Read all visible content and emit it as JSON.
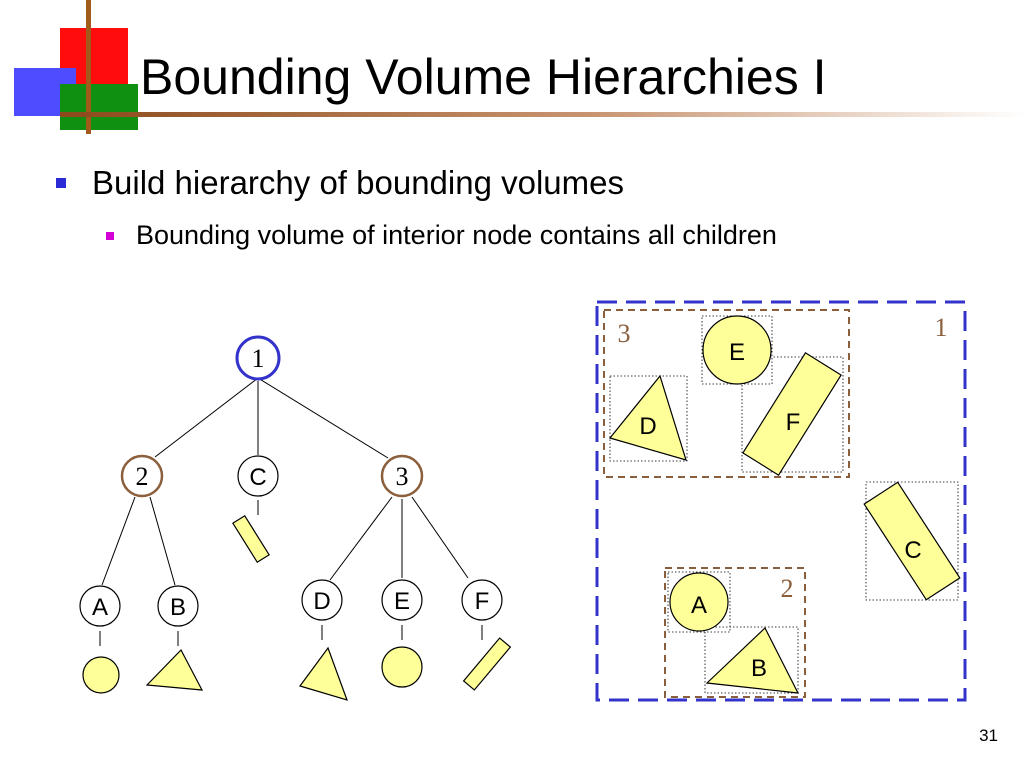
{
  "slide": {
    "title": "Bounding Volume Hierarchies I",
    "bullets": [
      {
        "text": "Build hierarchy of bounding volumes",
        "level": 1
      },
      {
        "text": "Bounding volume of interior node contains all children",
        "level": 2
      }
    ],
    "page_number": "31"
  },
  "tree": {
    "root": {
      "label": "1"
    },
    "interior": [
      {
        "label": "2"
      },
      {
        "label": "3"
      }
    ],
    "leaves": [
      {
        "label": "A",
        "shape": "circle"
      },
      {
        "label": "B",
        "shape": "triangle"
      },
      {
        "label": "C",
        "shape": "rectangle"
      },
      {
        "label": "D",
        "shape": "triangle"
      },
      {
        "label": "E",
        "shape": "circle"
      },
      {
        "label": "F",
        "shape": "rectangle"
      }
    ]
  },
  "spatial": {
    "root_box_label": "1",
    "group_labels": [
      "3",
      "2"
    ],
    "objects": [
      "E",
      "D",
      "F",
      "C",
      "A",
      "B"
    ]
  },
  "colors": {
    "shape_fill": "#ffff99",
    "root_stroke": "#3333cc",
    "interior_stroke": "#8b5e3c",
    "root_label": "#8b5e3c",
    "bullet_level1": "#2a2ad6",
    "bullet_level2": "#d400d4"
  }
}
